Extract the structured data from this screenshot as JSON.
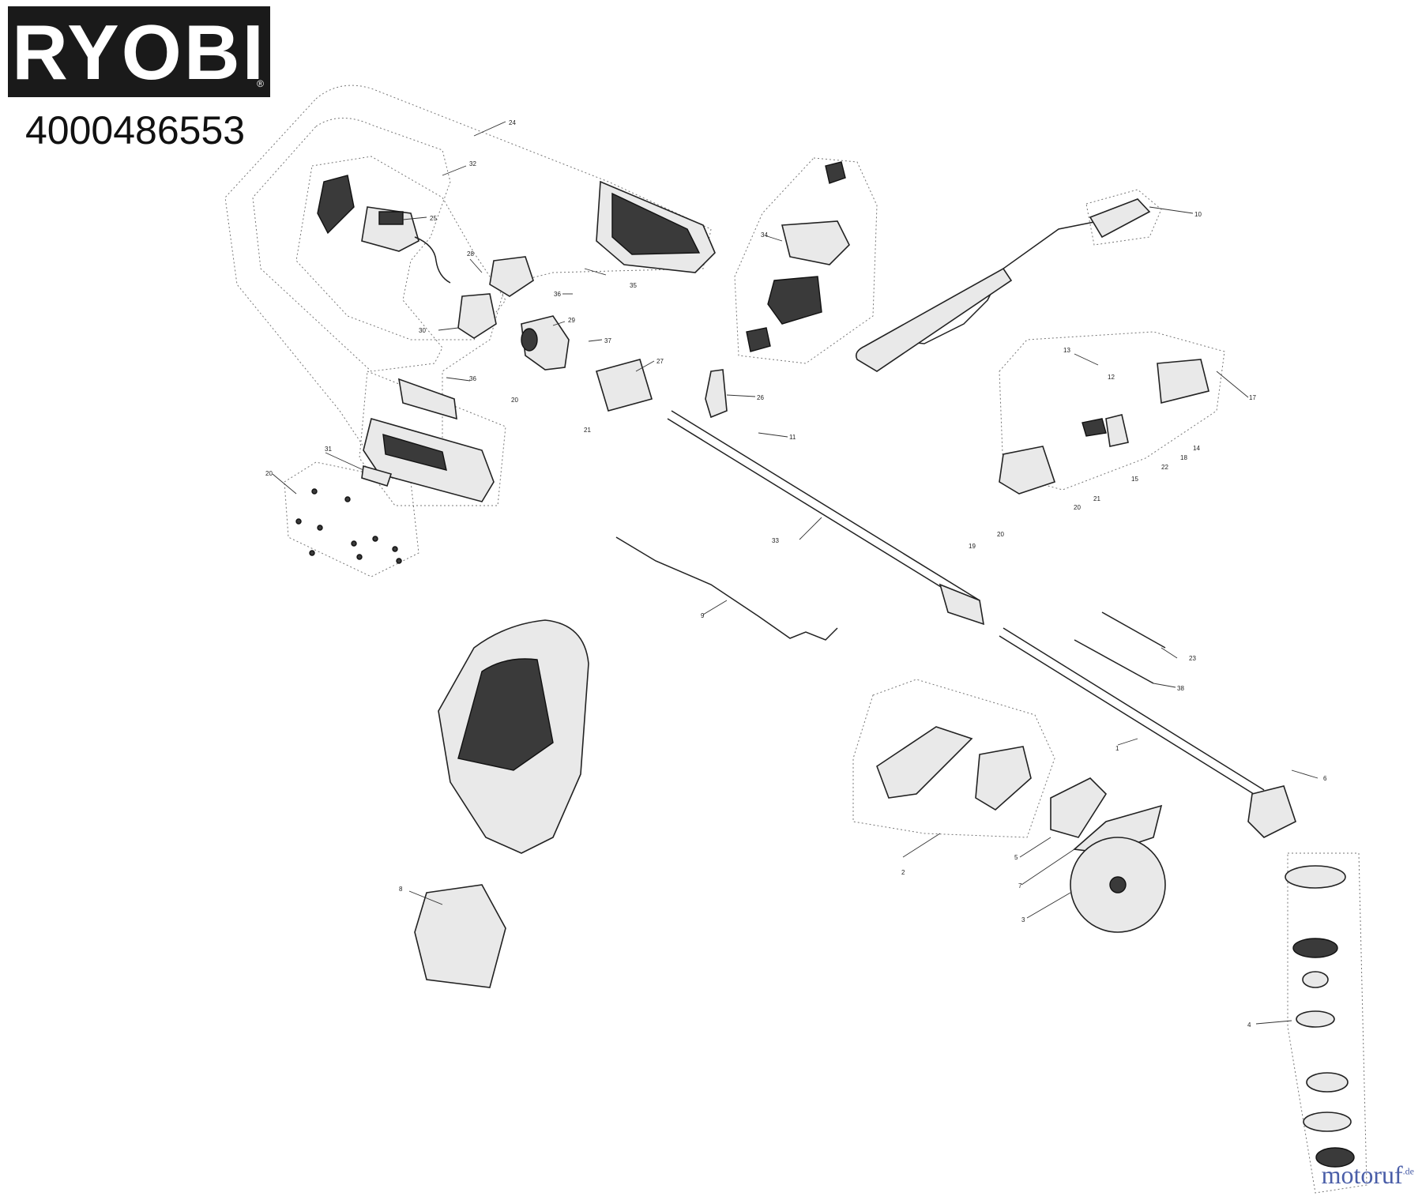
{
  "brand": {
    "name": "RYOBI",
    "mark": "®"
  },
  "model_number": "4000486553",
  "watermark": {
    "name": "motoruf",
    "suffix": ".de"
  },
  "part_labels": {
    "p1": "1",
    "p2": "2",
    "p3": "3",
    "p4": "4",
    "p5": "5",
    "p6": "6",
    "p7": "7",
    "p8": "8",
    "p9": "9",
    "p10": "10",
    "p11": "11",
    "p12": "12",
    "p13": "13",
    "p14": "14",
    "p15": "15",
    "p17": "17",
    "p18": "18",
    "p19": "19",
    "p20a": "20",
    "p20b": "20",
    "p20c": "20",
    "p20d": "20",
    "p21a": "21",
    "p21b": "21",
    "p22": "22",
    "p23": "23",
    "p24": "24",
    "p25": "25",
    "p26": "26",
    "p27": "27",
    "p28": "28",
    "p29": "29",
    "p30": "30",
    "p31": "31",
    "p32": "32",
    "p33": "33",
    "p34": "34",
    "p35": "35",
    "p36a": "36",
    "p36b": "36",
    "p37": "37",
    "p38": "38"
  }
}
